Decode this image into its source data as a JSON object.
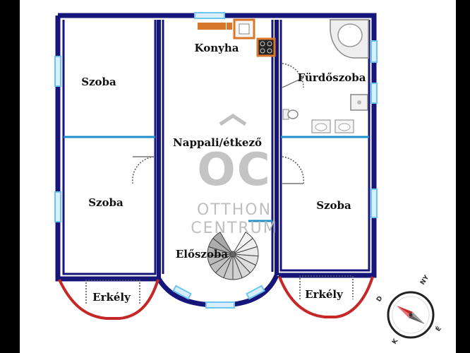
{
  "rooms": {
    "room_top_left": "Szoba",
    "kitchen": "Konyha",
    "bathroom": "Fürdőszoba",
    "living_dining": "Nappali/étkező",
    "room_bottom_left": "Szoba",
    "room_bottom_right": "Szoba",
    "hallway": "Előszoba",
    "balcony_left": "Erkély",
    "balcony_right": "Erkély"
  },
  "watermark": {
    "monogram": "OC",
    "line1": "OTTHON",
    "line2": "CENTRUM"
  },
  "compass": {
    "letters": [
      "É",
      "K",
      "D",
      "NY"
    ]
  },
  "colors": {
    "wall": "#16167a",
    "window": "#6ec6f0",
    "partition": "#1f8fc8",
    "balcony_rail": "#c62828",
    "counter": "#d9772b",
    "background": "#000000",
    "floor": "#ffffff"
  }
}
